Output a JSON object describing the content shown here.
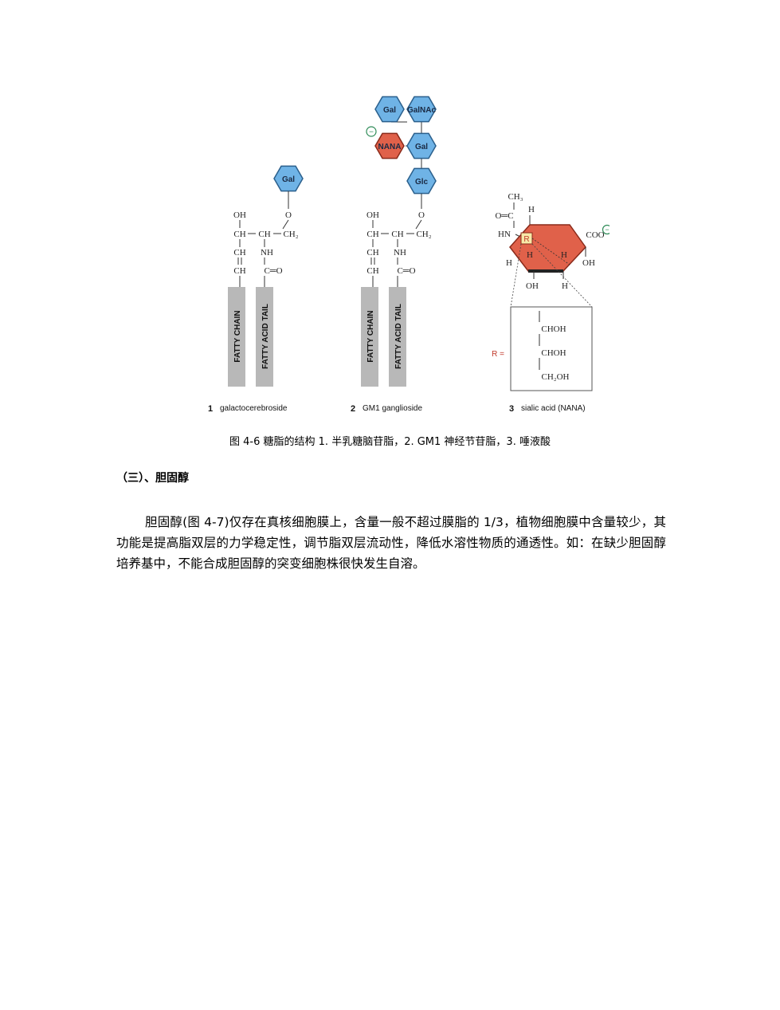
{
  "figure": {
    "hex_labels": {
      "gal1": "Gal",
      "gal_top": "Gal",
      "galnac": "GalNAc",
      "nana": "NANA",
      "gal_mid": "Gal",
      "glc": "Glc"
    },
    "chem": {
      "oh": "OH",
      "ch": "CH",
      "ch2": "CH₂",
      "nh": "NH",
      "co": "C═O",
      "o": "O",
      "ch3": "CH₃",
      "c_eq_o": "O═C",
      "hn": "HN",
      "coo": "COO",
      "h": "H",
      "r": "R",
      "r_eq": "R =",
      "choh": "CHOH",
      "ch2oh": "CH₂OH",
      "minus": "−"
    },
    "tails": {
      "fatty_chain": "FATTY CHAIN",
      "fatty_acid_tail": "FATTY ACID TAIL"
    },
    "sublabels": [
      {
        "num": "1",
        "text": "galactocerebroside"
      },
      {
        "num": "2",
        "text": "GM1 ganglioside"
      },
      {
        "num": "3",
        "text": "sialic acid (NANA)"
      }
    ],
    "colors": {
      "blue_hex": "#6fb3e6",
      "red_hex": "#e0614a",
      "tail_gray": "#b8b8b8"
    }
  },
  "caption": "图 4-6 糖脂的结构 1. 半乳糖脑苷脂，2. GM1 神经节苷脂，3. 唾液酸",
  "section_heading": "（三）、胆固醇",
  "paragraph": "胆固醇(图 4-7)仅存在真核细胞膜上，含量一般不超过膜脂的 1/3，植物细胞膜中含量较少，其功能是提高脂双层的力学稳定性，调节脂双层流动性，降低水溶性物质的通透性。如：在缺少胆固醇培养基中，不能合成胆固醇的突变细胞株很快发生自溶。"
}
